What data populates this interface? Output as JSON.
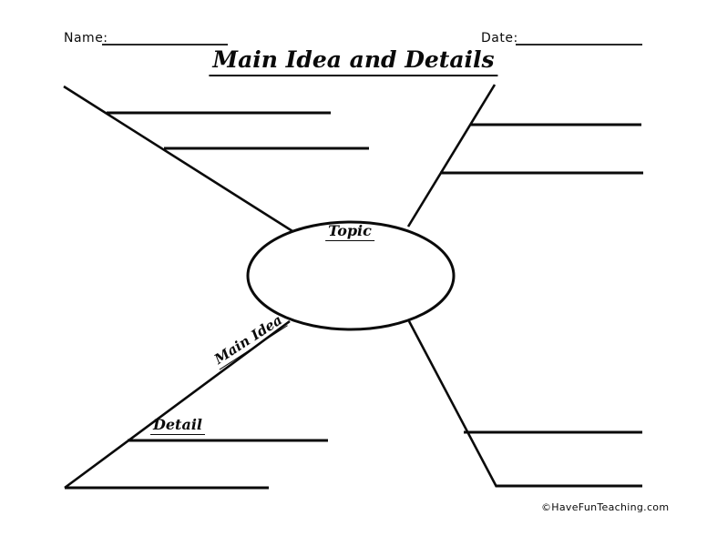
{
  "header": {
    "name_label": "Name:",
    "date_label": "Date:",
    "title": "Main Idea and Details"
  },
  "diagram": {
    "topic_label": "Topic",
    "main_idea_label": "Main Idea",
    "detail_label": "Detail"
  },
  "footer": {
    "copyright": "©HaveFunTeaching.com"
  },
  "colors": {
    "background": "#ffffff",
    "ink": "#0a0a0a"
  }
}
